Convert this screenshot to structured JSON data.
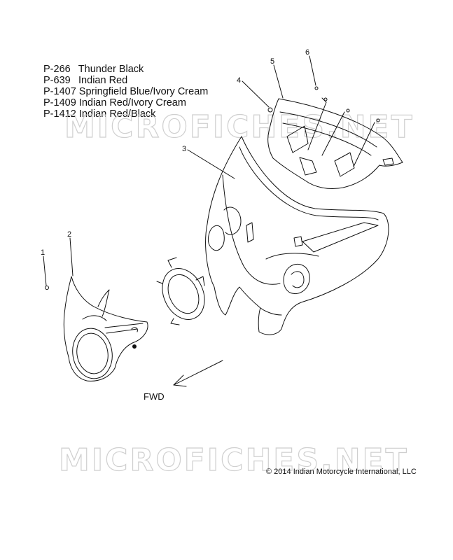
{
  "paint_codes": [
    {
      "code": "P-266",
      "name": "Thunder Black"
    },
    {
      "code": "P-639",
      "name": "Indian Red"
    },
    {
      "code": "P-1407",
      "name": "Springfield Blue/Ivory Cream"
    },
    {
      "code": "P-1409",
      "name": "Indian Red/Ivory Cream"
    },
    {
      "code": "P-1412",
      "name": "Indian Red/Black"
    }
  ],
  "callouts": [
    "1",
    "2",
    "3",
    "4",
    "5",
    "6"
  ],
  "direction_label": "FWD",
  "watermark": "MICROFICHES.NET",
  "copyright": "© 2014 Indian Motorcycle International, LLC",
  "colors": {
    "line": "#111111",
    "watermark": "#cfcfcf",
    "background": "#ffffff"
  }
}
